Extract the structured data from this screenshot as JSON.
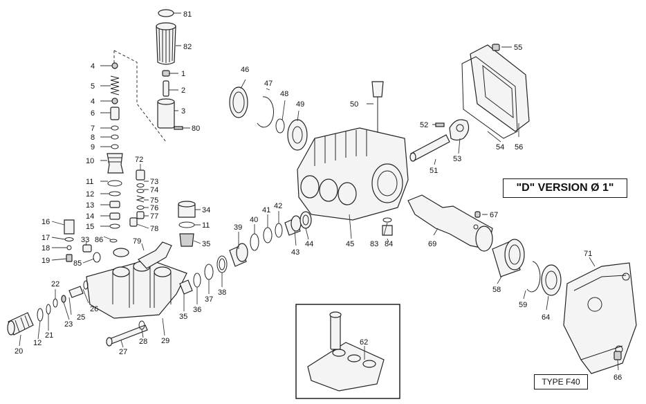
{
  "diagram": {
    "version_label": "\"D\" VERSION Ø 1\"",
    "type_label": "TYPE F40",
    "parts": [
      {
        "id": "p81",
        "label": "81"
      },
      {
        "id": "p82",
        "label": "82"
      },
      {
        "id": "p1",
        "label": "1"
      },
      {
        "id": "p2",
        "label": "2"
      },
      {
        "id": "p3",
        "label": "3"
      },
      {
        "id": "p80",
        "label": "80"
      },
      {
        "id": "p4a",
        "label": "4"
      },
      {
        "id": "p5",
        "label": "5"
      },
      {
        "id": "p4b",
        "label": "4"
      },
      {
        "id": "p6",
        "label": "6"
      },
      {
        "id": "p7",
        "label": "7"
      },
      {
        "id": "p8",
        "label": "8"
      },
      {
        "id": "p9",
        "label": "9"
      },
      {
        "id": "p10",
        "label": "10"
      },
      {
        "id": "p11a",
        "label": "11"
      },
      {
        "id": "p12a",
        "label": "12"
      },
      {
        "id": "p13",
        "label": "13"
      },
      {
        "id": "p14",
        "label": "14"
      },
      {
        "id": "p15",
        "label": "15"
      },
      {
        "id": "p16",
        "label": "16"
      },
      {
        "id": "p17",
        "label": "17"
      },
      {
        "id": "p18",
        "label": "18"
      },
      {
        "id": "p19",
        "label": "19"
      },
      {
        "id": "p33",
        "label": "33"
      },
      {
        "id": "p86",
        "label": "86"
      },
      {
        "id": "p85",
        "label": "85"
      },
      {
        "id": "p72",
        "label": "72"
      },
      {
        "id": "p73",
        "label": "73"
      },
      {
        "id": "p74",
        "label": "74"
      },
      {
        "id": "p75",
        "label": "75"
      },
      {
        "id": "p76",
        "label": "76"
      },
      {
        "id": "p77",
        "label": "77"
      },
      {
        "id": "p78",
        "label": "78"
      },
      {
        "id": "p79",
        "label": "79"
      },
      {
        "id": "p34",
        "label": "34"
      },
      {
        "id": "p11b",
        "label": "11"
      },
      {
        "id": "p35a",
        "label": "35"
      },
      {
        "id": "p22",
        "label": "22"
      },
      {
        "id": "p26",
        "label": "26"
      },
      {
        "id": "p25",
        "label": "25"
      },
      {
        "id": "p23",
        "label": "23"
      },
      {
        "id": "p21",
        "label": "21"
      },
      {
        "id": "p12b",
        "label": "12"
      },
      {
        "id": "p20",
        "label": "20"
      },
      {
        "id": "p27",
        "label": "27"
      },
      {
        "id": "p28",
        "label": "28"
      },
      {
        "id": "p29",
        "label": "29"
      },
      {
        "id": "p35b",
        "label": "35"
      },
      {
        "id": "p36",
        "label": "36"
      },
      {
        "id": "p37",
        "label": "37"
      },
      {
        "id": "p38",
        "label": "38"
      },
      {
        "id": "p39",
        "label": "39"
      },
      {
        "id": "p40",
        "label": "40"
      },
      {
        "id": "p41",
        "label": "41"
      },
      {
        "id": "p42",
        "label": "42"
      },
      {
        "id": "p43",
        "label": "43"
      },
      {
        "id": "p44",
        "label": "44"
      },
      {
        "id": "p45",
        "label": "45"
      },
      {
        "id": "p46",
        "label": "46"
      },
      {
        "id": "p47",
        "label": "47"
      },
      {
        "id": "p48",
        "label": "48"
      },
      {
        "id": "p49",
        "label": "49"
      },
      {
        "id": "p50",
        "label": "50"
      },
      {
        "id": "p83",
        "label": "83"
      },
      {
        "id": "p84",
        "label": "84"
      },
      {
        "id": "p52",
        "label": "52"
      },
      {
        "id": "p51",
        "label": "51"
      },
      {
        "id": "p53",
        "label": "53"
      },
      {
        "id": "p55",
        "label": "55"
      },
      {
        "id": "p54",
        "label": "54"
      },
      {
        "id": "p56",
        "label": "56"
      },
      {
        "id": "p67",
        "label": "67"
      },
      {
        "id": "p69",
        "label": "69"
      },
      {
        "id": "p58",
        "label": "58"
      },
      {
        "id": "p59",
        "label": "59"
      },
      {
        "id": "p64",
        "label": "64"
      },
      {
        "id": "p71",
        "label": "71"
      },
      {
        "id": "p66",
        "label": "66"
      },
      {
        "id": "p62",
        "label": "62"
      }
    ]
  }
}
